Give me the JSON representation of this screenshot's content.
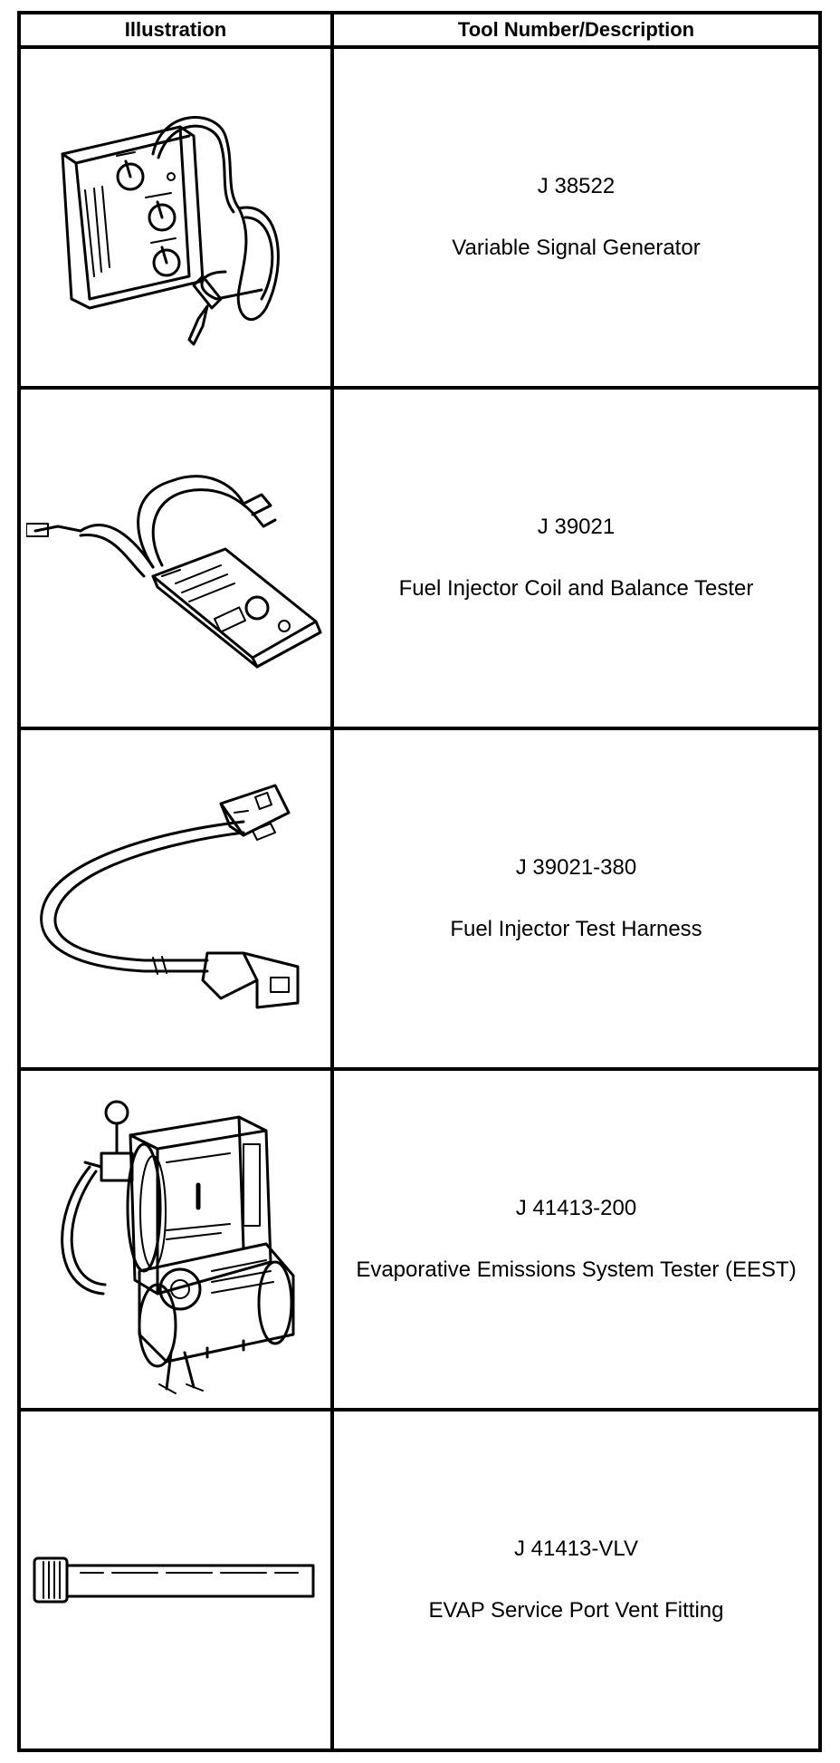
{
  "table": {
    "headers": {
      "illustration": "Illustration",
      "description": "Tool Number/Description"
    },
    "rows": [
      {
        "tool_number": "J 38522",
        "description": "Variable Signal Generator",
        "illustration": "variable-signal-generator-drawing"
      },
      {
        "tool_number": "J 39021",
        "description": "Fuel Injector Coil and Balance Tester",
        "illustration": "injector-balance-tester-drawing"
      },
      {
        "tool_number": "J 39021-380",
        "description": "Fuel Injector Test Harness",
        "illustration": "injector-test-harness-drawing"
      },
      {
        "tool_number": "J 41413-200",
        "description": "Evaporative Emissions System Tester (EEST)",
        "illustration": "evap-system-tester-drawing"
      },
      {
        "tool_number": "J 41413-VLV",
        "description": "EVAP Service Port Vent Fitting",
        "illustration": "vent-fitting-drawing"
      }
    ]
  }
}
